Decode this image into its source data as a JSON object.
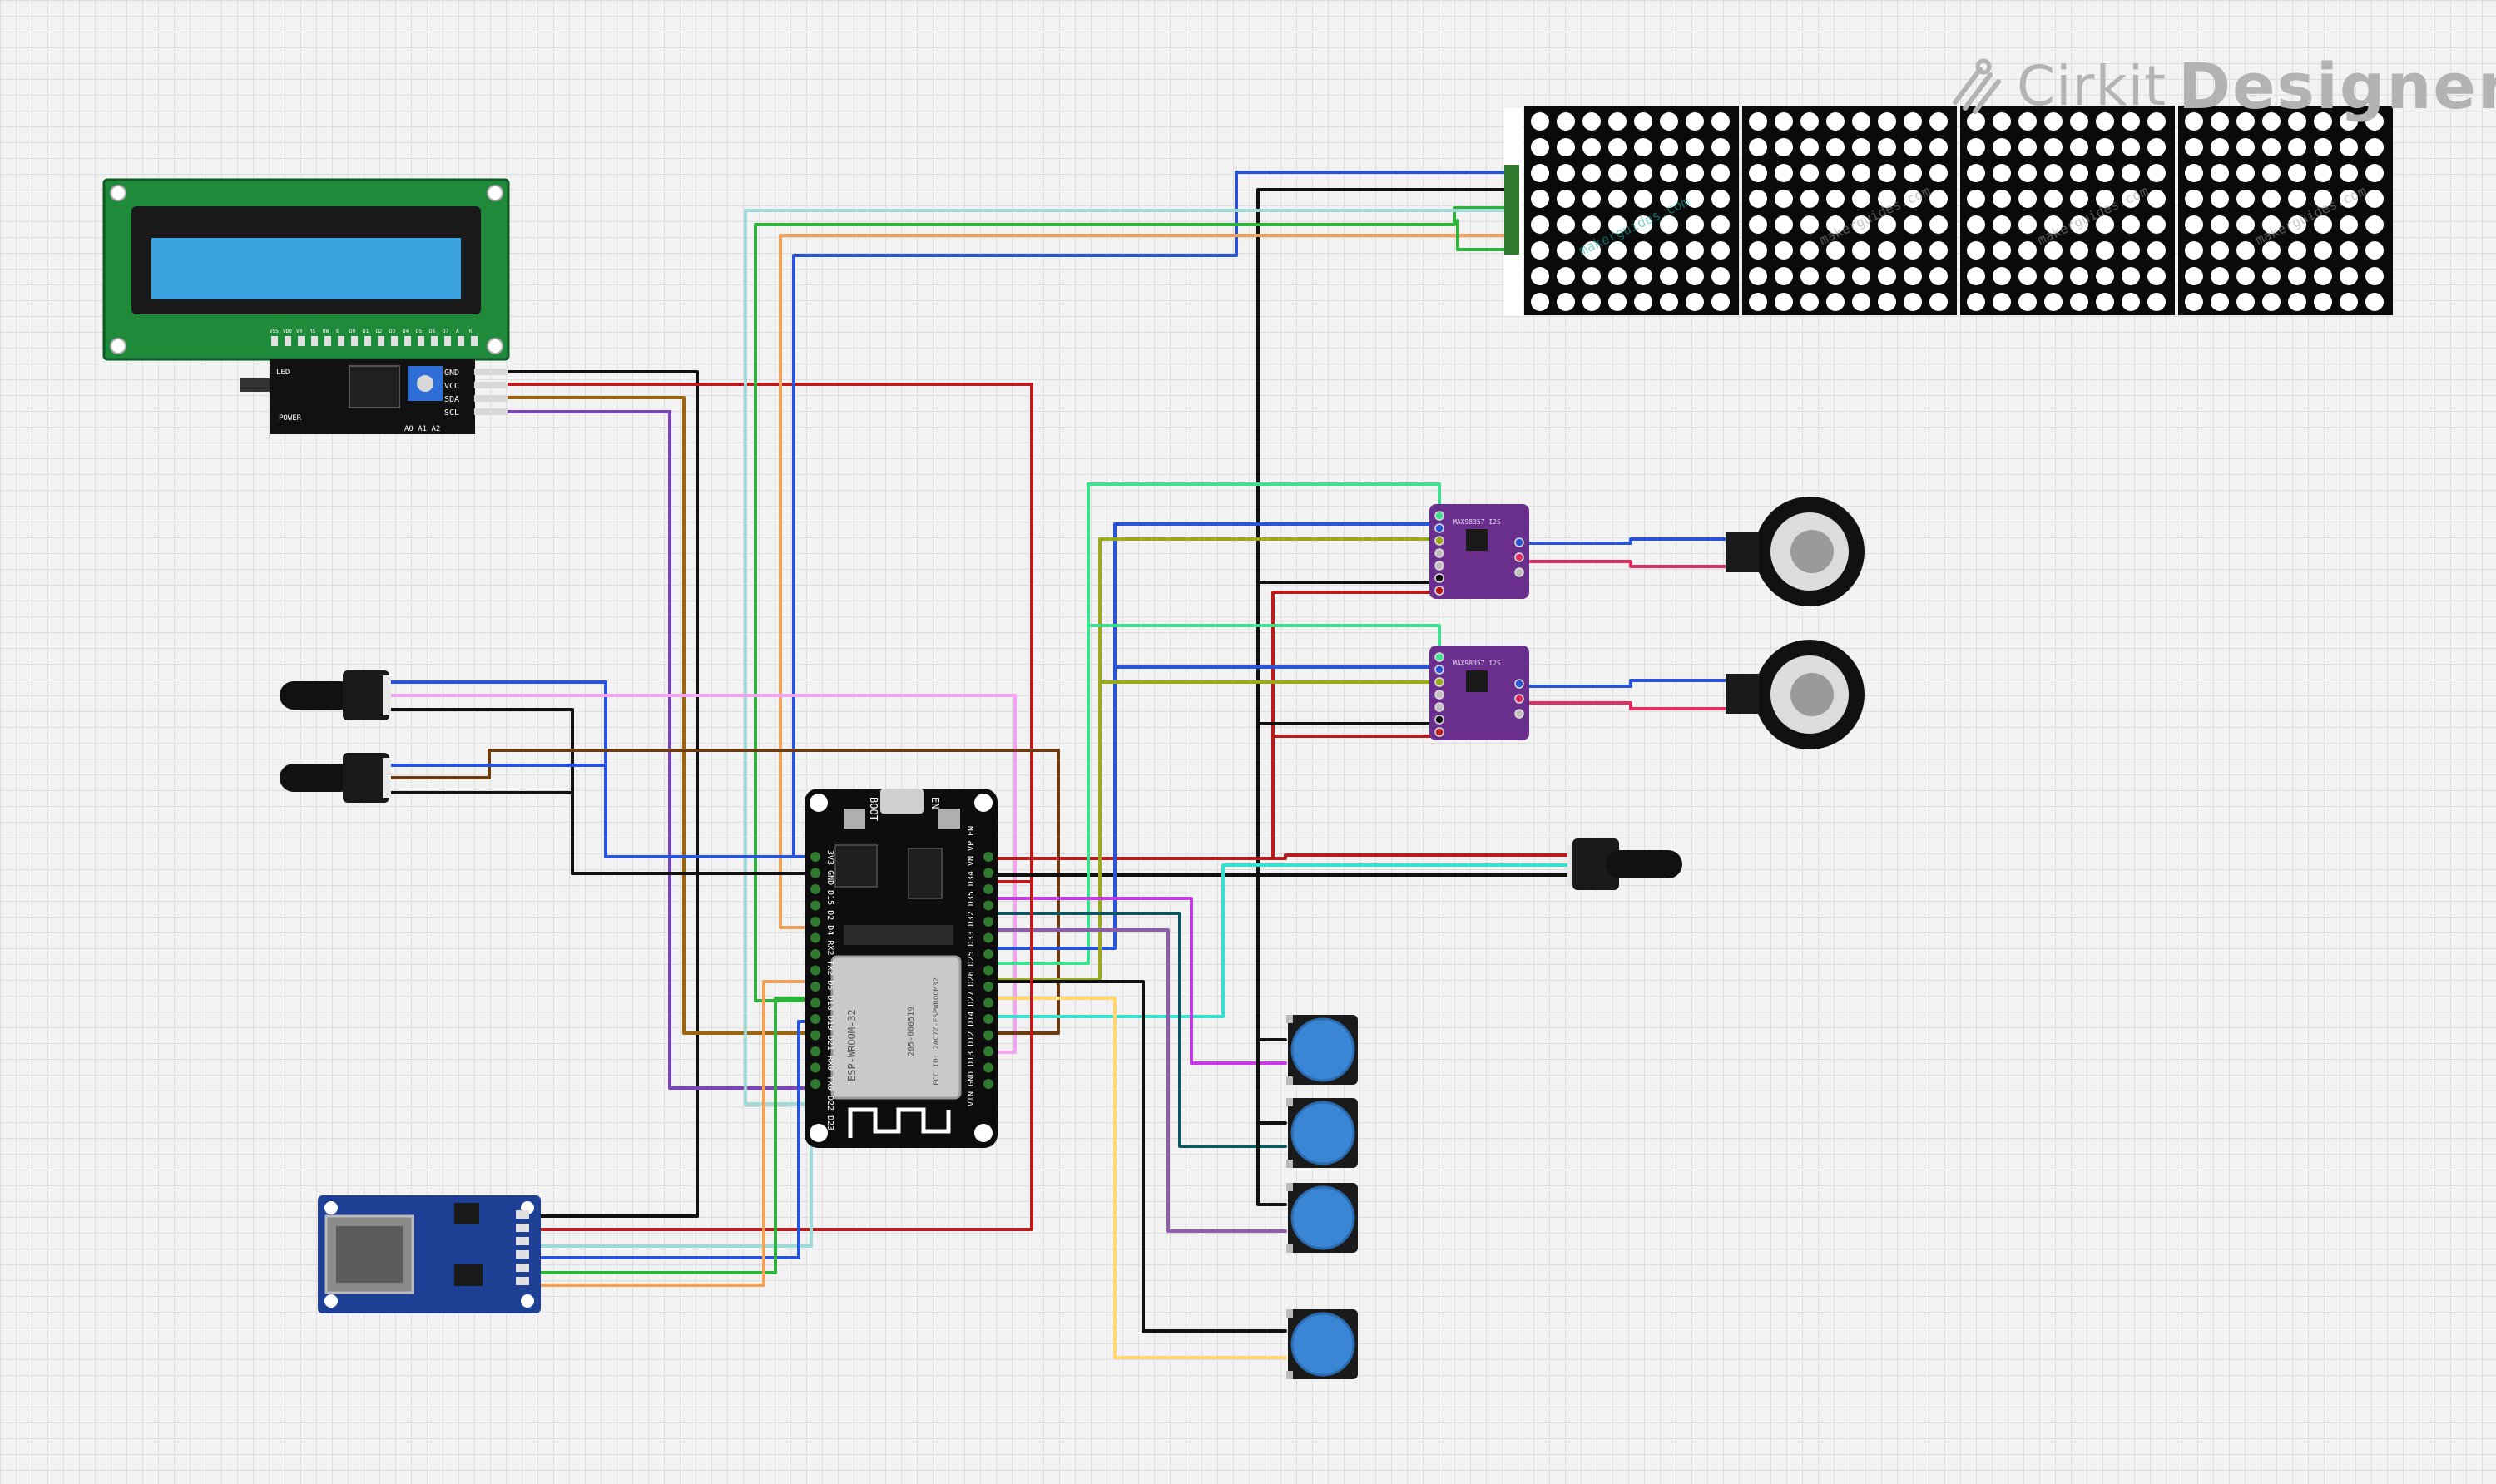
{
  "brand": {
    "name": "Cirkit",
    "product": "Designer"
  },
  "lcd": {
    "header_pins": [
      "VSS",
      "VDD",
      "V0",
      "RS",
      "RW",
      "E",
      "D0",
      "D1",
      "D2",
      "D3",
      "D4",
      "D5",
      "D6",
      "D7",
      "A",
      "K"
    ],
    "i2c_pins": [
      "GND",
      "VCC",
      "SDA",
      "SCL"
    ],
    "i2c_labels": [
      "LED",
      "POWER",
      "A0 A1 A2"
    ],
    "colors": {
      "pcb": "#1e8a3a",
      "screen": "#3aa3e0"
    }
  },
  "esp32": {
    "button_boot": "BOOT",
    "button_en": "EN",
    "module_lines": [
      "ESP-WROOM-32",
      "FCC ID: 2AC7Z-ESPWROOM32",
      "205-000519"
    ],
    "left_pins": "3V3 GND D15 D2 D4 RX2 TX2 D5 D18 D19 D21 RX0 TX0 D22 D23",
    "right_pins": "VIN GND D13 D12 D14 D27 D26 D25 D33 D32 D35 D34 VN VP EN"
  },
  "matrix": {
    "modules": 4,
    "rows": 8,
    "cols": 8,
    "watermark": "makerguides.com"
  },
  "amplifier": {
    "label": "MAX98357 I2S"
  },
  "colors": {
    "black": "#111111",
    "red": "#b81c1c",
    "orange": "#f2a15a",
    "brown": "#9a6512",
    "purple": "#7a45b5",
    "blue": "#2a54d6",
    "cyan": "#9fd9d8",
    "green": "#2eb33a",
    "pink": "#f2a3f0",
    "olive": "#9aaa1c",
    "seafoam": "#3ee08f",
    "magenta": "#c53ae6",
    "teal": "#0f5660",
    "lavender": "#8c5fa6",
    "yellow": "#ffd873",
    "aqua": "#39e0d1",
    "crimson": "#e22f62",
    "darkbrown": "#6b3b12"
  }
}
